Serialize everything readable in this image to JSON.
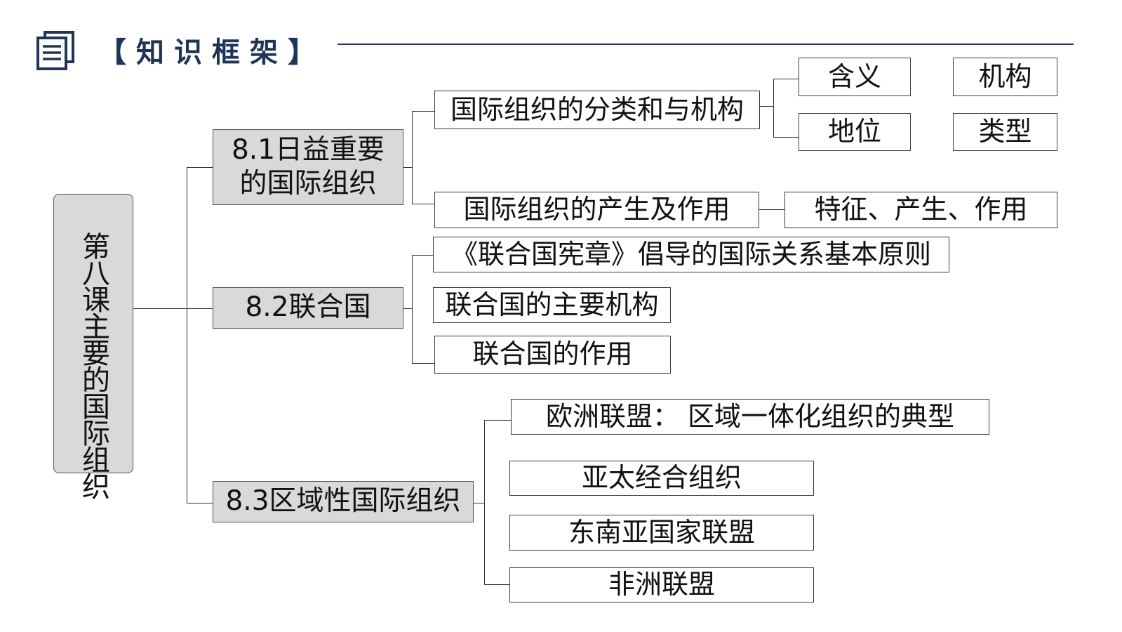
{
  "header": {
    "icon": "document-stack-icon",
    "title": "【知识框架】"
  },
  "root": {
    "label": "第八课主要的国际组织"
  },
  "sections": [
    {
      "title": "8.1日益重要的国际组织",
      "topics": [
        {
          "label": "国际组织的分类和与机构",
          "details": [
            "含义",
            "地位",
            "机构",
            "类型"
          ]
        },
        {
          "label": "国际组织的产生及作用",
          "details": [
            "特征、产生、作用"
          ]
        }
      ]
    },
    {
      "title": "8.2联合国",
      "topics": [
        {
          "label": "《联合国宪章》倡导的国际关系基本原则"
        },
        {
          "label": "联合国的主要机构"
        },
        {
          "label": "联合国的作用"
        }
      ]
    },
    {
      "title": "8.3区域性国际组织",
      "topics": [
        {
          "label": "欧洲联盟： 区域一体化组织的典型"
        },
        {
          "label": "亚太经合组织"
        },
        {
          "label": "东南亚国家联盟"
        },
        {
          "label": "非洲联盟"
        }
      ]
    }
  ],
  "colors": {
    "header": "#1e3557",
    "section_fill": "#d9d9d9",
    "line": "#333333"
  }
}
